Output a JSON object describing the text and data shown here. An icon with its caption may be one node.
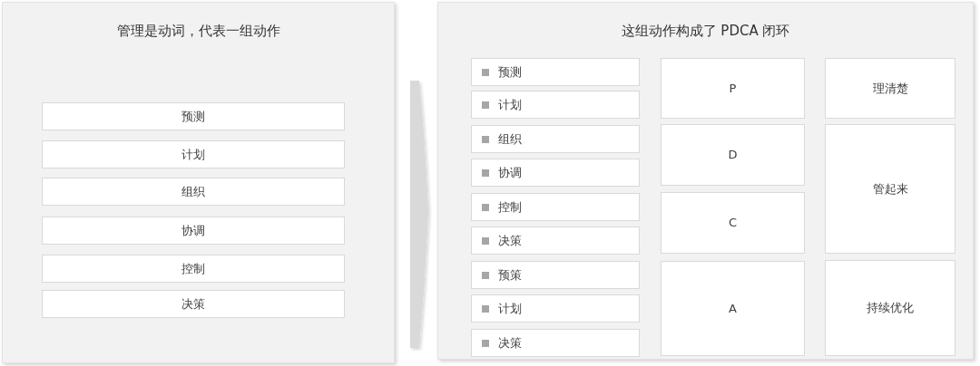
{
  "diagram": {
    "nodes": [
      {
        "text": [
          "管理是动词，代表一组动作"
        ]
      },
      {
        "text": [
          "预测"
        ],
        "in": 0
      },
      {
        "text": [
          "计划"
        ],
        "in": 0
      },
      {
        "text": [
          "组织"
        ],
        "in": 0
      },
      {
        "text": [
          "协调"
        ],
        "in": 0
      },
      {
        "text": [
          "控制"
        ],
        "in": 0
      },
      {
        "text": [
          "决策"
        ],
        "in": 0
      },
      {
        "text": [
          "这组动作构成了 PDCA 闭环"
        ]
      },
      {
        "text": [
          "预测"
        ],
        "in": 7
      },
      {
        "text": [
          "计划"
        ],
        "in": 7
      },
      {
        "text": [
          "组织"
        ],
        "in": 7
      },
      {
        "text": [
          "协调"
        ],
        "in": 7
      },
      {
        "text": [
          "控制"
        ],
        "in": 7
      },
      {
        "text": [
          "决策"
        ],
        "in": 7
      },
      {
        "text": [
          "预策"
        ],
        "in": 7
      },
      {
        "text": [
          "计划"
        ],
        "in": 7
      },
      {
        "text": [
          "决策"
        ],
        "in": 7
      },
      {
        "text": [
          "P"
        ],
        "in": 7
      },
      {
        "text": [
          "D"
        ],
        "in": 7
      },
      {
        "text": [
          "C"
        ],
        "in": 7
      },
      {
        "text": [
          "A"
        ],
        "in": 7
      },
      {
        "text": [
          "理清楚"
        ],
        "in": 7
      },
      {
        "text": [
          "管起来"
        ],
        "in": 7
      },
      {
        "text": [
          "持续优化"
        ],
        "in": 7
      }
    ],
    "edges": [
      {
        "from": 0,
        "to": 7,
        "arrow": "to"
      }
    ]
  }
}
